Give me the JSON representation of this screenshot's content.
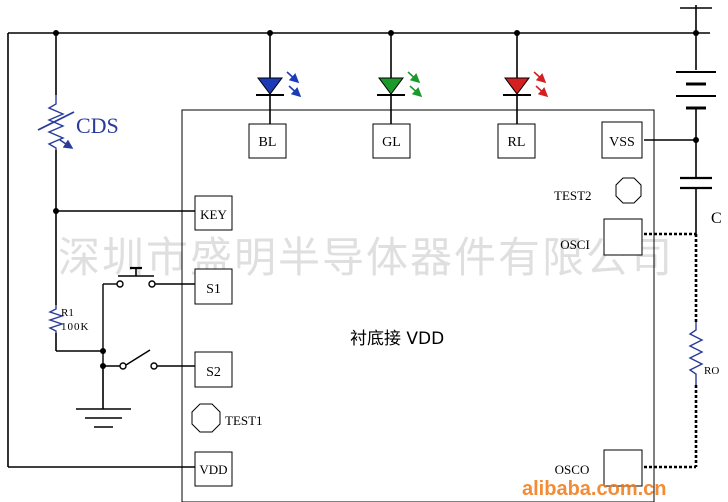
{
  "pins": {
    "bl": "BL",
    "gl": "GL",
    "rl": "RL",
    "vss": "VSS",
    "key": "KEY",
    "s1": "S1",
    "s2": "S2",
    "vdd": "VDD",
    "osci": "OSCI",
    "osco": "OSCO"
  },
  "pads": {
    "test1": "TEST1",
    "test2": "TEST2"
  },
  "labels": {
    "cds": "CDS",
    "r1_name": "R1",
    "r1_value": "100K",
    "ro": "RO",
    "c_partial": "C",
    "substrate": "衬底接 VDD"
  },
  "watermark": {
    "company": "深圳市盛明半导体器件有限公司",
    "site": "alibaba.com.cn"
  },
  "colors": {
    "led_blue": "#1d3bb5",
    "led_green": "#1a9a2a",
    "led_red": "#d42020",
    "cds_blue": "#2a3c9a",
    "watermark_text": "#c9c9c9",
    "site_text": "#f07814"
  }
}
